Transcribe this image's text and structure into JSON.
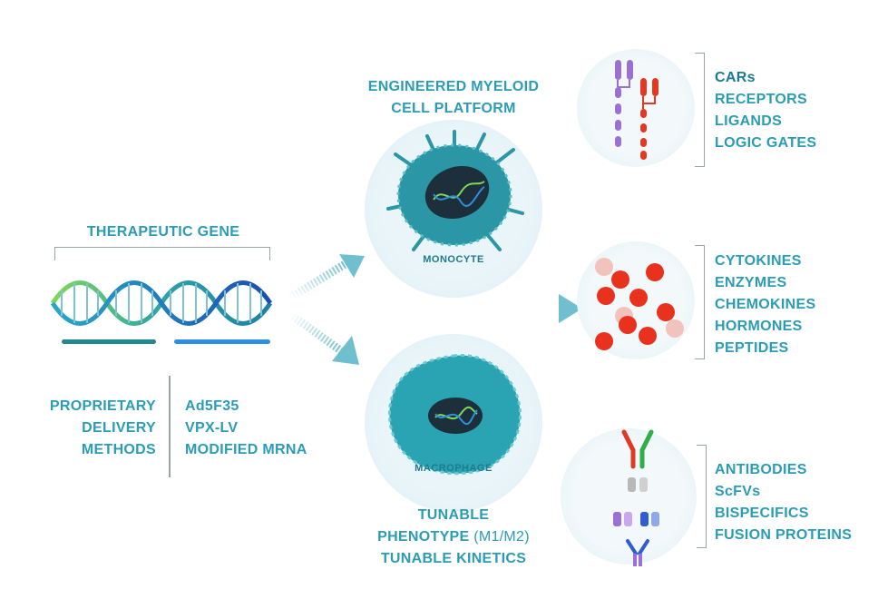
{
  "therapeutic_gene": "THERAPEUTIC GENE",
  "delivery": {
    "label_lines": [
      "PROPRIETARY",
      "DELIVERY",
      "METHODS"
    ],
    "methods": [
      "Ad5F35",
      "VPX-LV",
      "MODIFIED MRNA"
    ]
  },
  "platform": {
    "title_lines": [
      "ENGINEERED MYELOID",
      "CELL PLATFORM"
    ]
  },
  "monocyte": "MONOCYTE",
  "macrophage": "MACROPHAGE",
  "tunable": {
    "line1": "TUNABLE",
    "line2_bold": "PHENOTYPE",
    "line2_thin": "(M1/M2)",
    "line3": "TUNABLE KINETICS"
  },
  "receptors_list": [
    "CARs",
    "RECEPTORS",
    "LIGANDS",
    "LOGIC GATES"
  ],
  "secreted_list": [
    "CYTOKINES",
    "ENZYMES",
    "CHEMOKINES",
    "HORMONES",
    "PEPTIDES"
  ],
  "antibody_list": [
    "ANTIBODIES",
    "ScFVs",
    "BISPECIFICS",
    "FUSION PROTEINS"
  ],
  "colors": {
    "text": "#2a9db5",
    "cell": "#2a96a6",
    "arrow": "#6fbfcf",
    "red_particle": "#e8321e",
    "pale_particle": "#f2c3bd",
    "purple": "#9a6fd6",
    "red_chain": "#e23a22",
    "green": "#2fae4a",
    "blue": "#2f5fcf"
  }
}
